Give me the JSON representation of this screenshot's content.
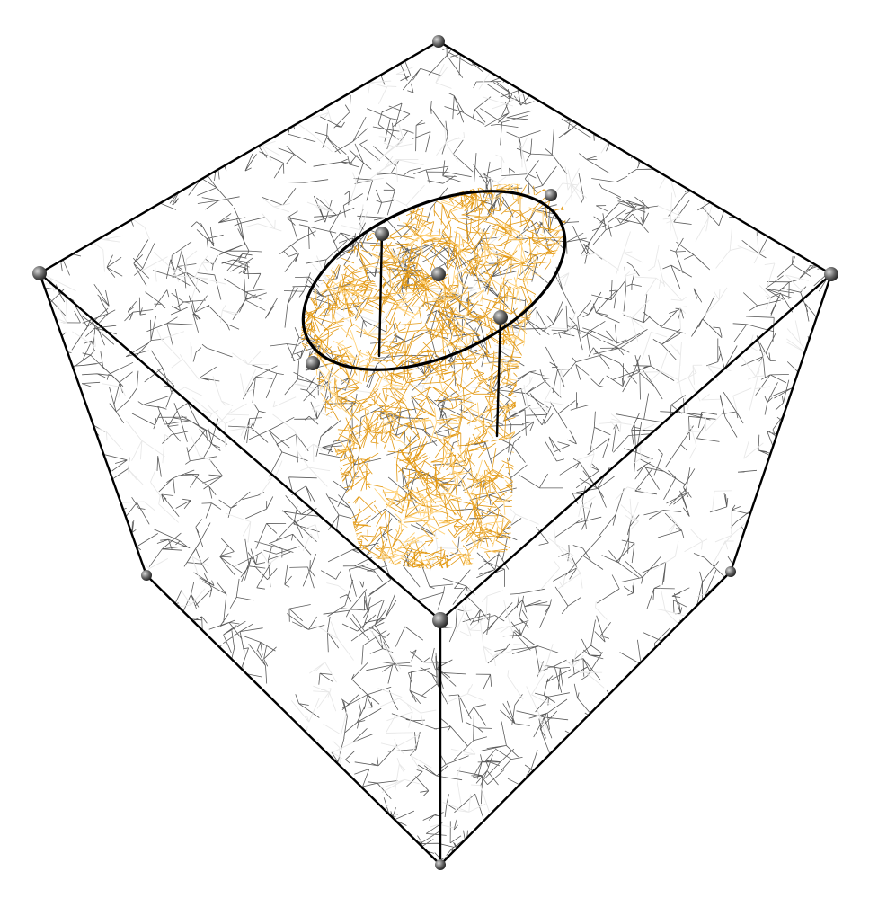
{
  "scene": {
    "kind": "tetrahedral mesh wireframe of a cube with an embedded cylindrical region",
    "background_color": "#ffffff",
    "bounding_box": {
      "shape": "cube",
      "vertex_count": 8,
      "mesh_color": "#5a5a5a",
      "highlight_color": "#e8e8e8",
      "edge_color": "#000000"
    },
    "inclusion": {
      "shape": "cylinder",
      "mesh_color": "#e39a16",
      "highlight_color": "#ffd27a",
      "top_face": "ellipse",
      "boundary_vertex_count": 5
    },
    "vertex_marker": {
      "shape": "sphere",
      "color": "#666666",
      "highlight_color": "#d8d8d8"
    }
  }
}
